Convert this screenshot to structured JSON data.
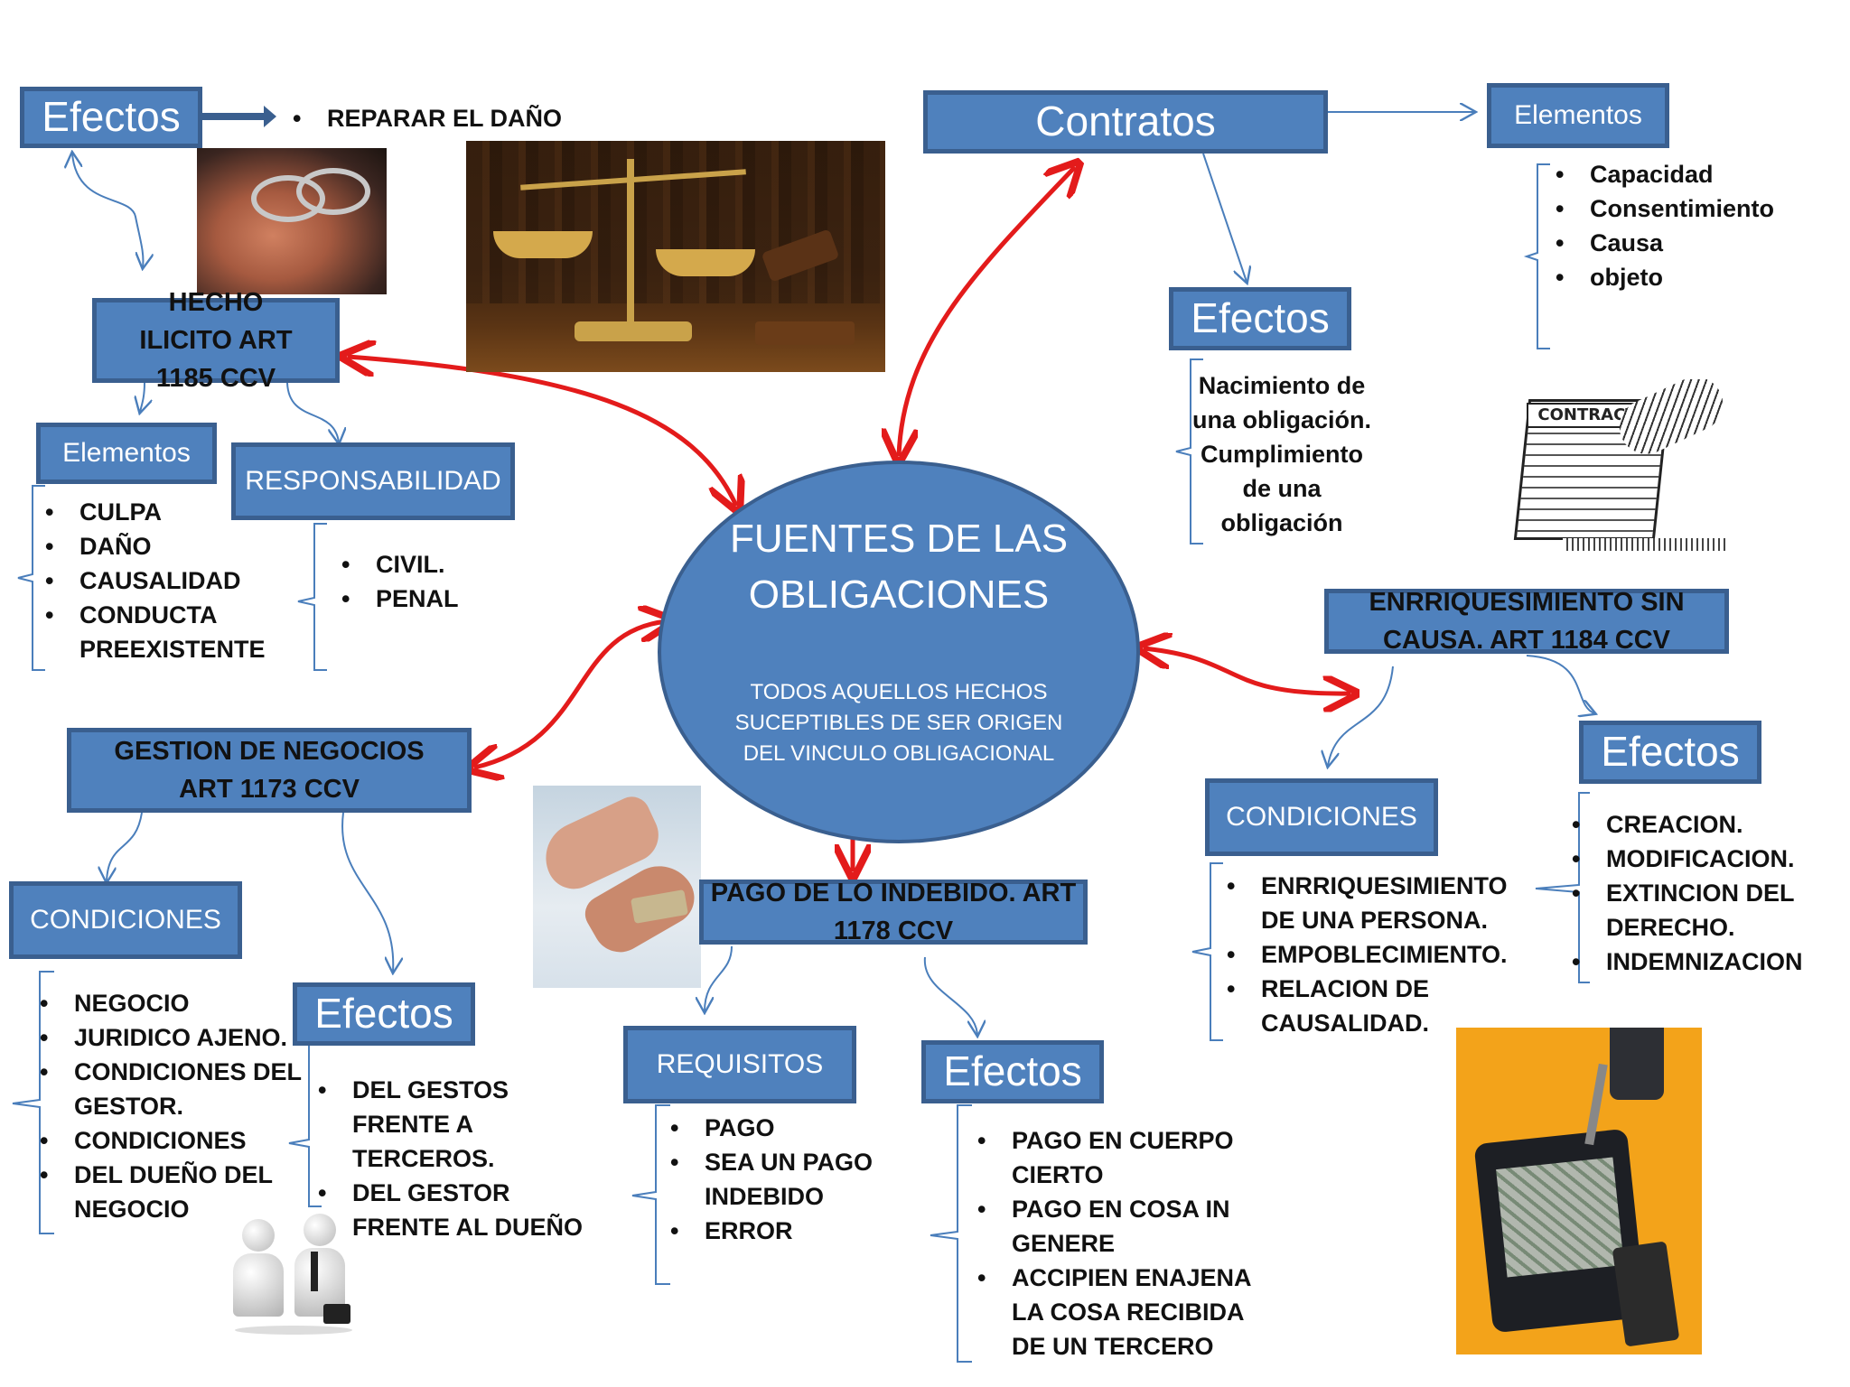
{
  "center": {
    "title": "FUENTES DE LAS OBLIGACIONES",
    "subtitle": "TODOS AQUELLOS  HECHOS SUCEPTIBLES DE SER ORIGEN DEL VINCULO OBLIGACIONAL"
  },
  "hecho_ilicito": {
    "title": "HECHO ILICITO ART 1185 CCV",
    "efectos_label": "Efectos",
    "efectos_item": "REPARAR EL DAÑO",
    "elementos_label": "Elementos",
    "elementos": [
      "CULPA",
      "DAÑO",
      "CAUSALIDAD",
      "CONDUCTA PREEXISTENTE"
    ],
    "responsabilidad_label": "RESPONSABILIDAD",
    "responsabilidad": [
      "CIVIL.",
      "PENAL"
    ]
  },
  "contratos": {
    "title": "Contratos",
    "elementos_label": "Elementos",
    "elementos": [
      "Capacidad",
      "Consentimiento",
      "Causa",
      "objeto"
    ],
    "efectos_label": "Efectos",
    "efectos_text": "Nacimiento de una obligación. Cumplimiento de una obligación"
  },
  "enriquecimiento": {
    "title": "ENRRIQUESIMIENTO SIN CAUSA. ART 1184 CCV",
    "condiciones_label": "CONDICIONES",
    "condiciones": [
      "ENRRIQUESIMIENTO DE UNA PERSONA.",
      "EMPOBLECIMIENTO.",
      "RELACION DE CAUSALIDAD."
    ],
    "efectos_label": "Efectos",
    "efectos": [
      "CREACION.",
      "MODIFICACION.",
      "EXTINCION DEL DERECHO.",
      "INDEMNIZACION"
    ]
  },
  "gestion": {
    "title": "GESTION DE NEGOCIOS ART 1173 CCV",
    "condiciones_label": "CONDICIONES",
    "condiciones": [
      "NEGOCIO",
      "JURIDICO AJENO.",
      "CONDICIONES DEL GESTOR.",
      "CONDICIONES",
      "DEL DUEÑO DEL NEGOCIO"
    ],
    "efectos_label": "Efectos",
    "efectos": [
      "DEL GESTOS FRENTE A TERCEROS.",
      "DEL GESTOR FRENTE AL DUEÑO"
    ]
  },
  "pago_indebido": {
    "title": "PAGO DE LO INDEBIDO. ART 1178 CCV",
    "requisitos_label": "REQUISITOS",
    "requisitos": [
      "PAGO",
      "SEA UN PAGO INDEBIDO",
      "ERROR"
    ],
    "efectos_label": "Efectos",
    "efectos": [
      "PAGO EN CUERPO CIERTO",
      " PAGO EN COSA IN GENERE",
      "ACCIPIEN ENAJENA LA COSA RECIBIDA DE UN TERCERO"
    ]
  },
  "images": {
    "contract_label": "CONTRACT"
  },
  "colors": {
    "box_fill": "#4f81bd",
    "box_border": "#3a5f8f",
    "red_arrow": "#e31b1b",
    "blue_arrow": "#4a7ebb"
  }
}
